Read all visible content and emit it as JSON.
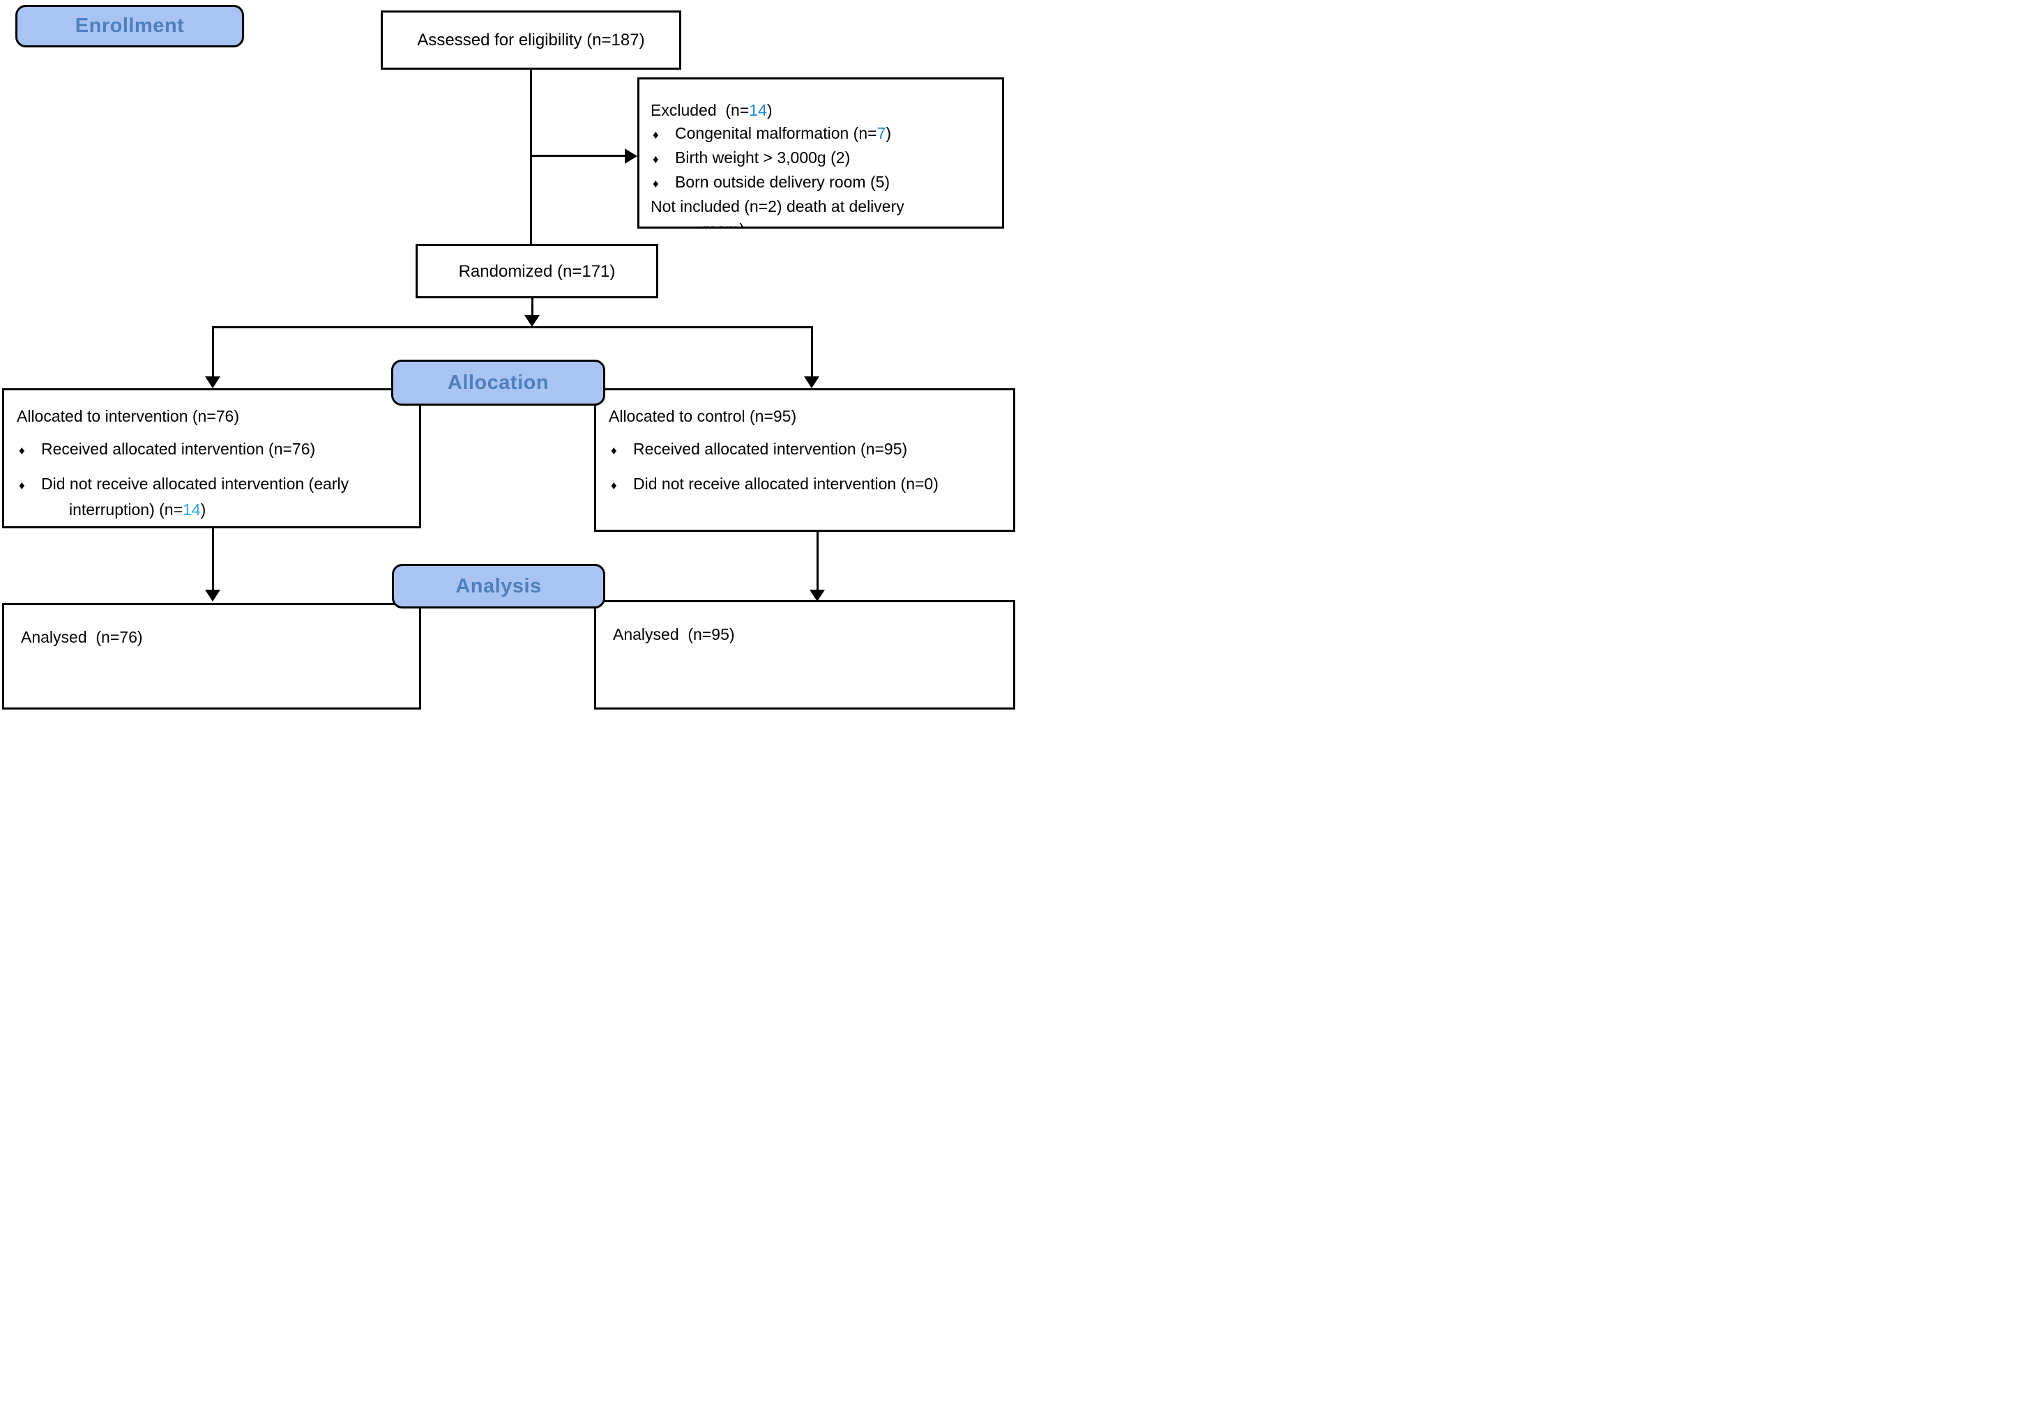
{
  "diagram": {
    "stage_labels": {
      "enrollment": "Enrollment",
      "allocation": "Allocation",
      "analysis": "Analysis"
    },
    "colors": {
      "stage_fill": "#a9c4f2",
      "stage_text": "#4e7fbe",
      "accent_blue": "#1e88d5",
      "accent_cyan": "#29abe2",
      "line": "#000000",
      "box_bg": "#ffffff"
    },
    "bullet_glyph": "♦",
    "nodes": {
      "assessed": {
        "lines": [
          {
            "parts": [
              {
                "t": "Assessed for eligibility (n=187)"
              }
            ]
          }
        ]
      },
      "excluded": {
        "lines": [
          {
            "parts": [
              {
                "t": "Excluded  (n="
              },
              {
                "t": "14",
                "c": "accent_blue"
              },
              {
                "t": ")"
              }
            ]
          },
          {
            "bullet": true,
            "parts": [
              {
                "t": "Congenital malformation (n="
              },
              {
                "t": "7",
                "c": "accent_blue"
              },
              {
                "t": ")"
              }
            ]
          },
          {
            "bullet": true,
            "parts": [
              {
                "t": "Birth weight > 3,000g (2)"
              }
            ]
          },
          {
            "bullet": true,
            "parts": [
              {
                "t": "Born outside delivery room (5)"
              }
            ]
          },
          {
            "parts": [
              {
                "t": "Not included (n=2) death at delivery"
              }
            ]
          },
          {
            "indent": true,
            "parts": [
              {
                "t": "room)"
              }
            ]
          }
        ]
      },
      "randomized": {
        "lines": [
          {
            "parts": [
              {
                "t": "Randomized (n=171)"
              }
            ]
          }
        ]
      },
      "allocated_intervention": {
        "lines": [
          {
            "parts": [
              {
                "t": "Allocated to intervention (n=76)"
              }
            ]
          },
          {
            "bullet": true,
            "gap": true,
            "parts": [
              {
                "t": "Received allocated intervention (n=76)"
              }
            ]
          },
          {
            "bullet": true,
            "gap": true,
            "parts": [
              {
                "t": "Did not receive allocated intervention (early"
              }
            ]
          },
          {
            "indent": true,
            "parts": [
              {
                "t": "interruption) (n="
              },
              {
                "t": "14",
                "c": "accent_cyan"
              },
              {
                "t": ")"
              }
            ]
          }
        ]
      },
      "allocated_control": {
        "lines": [
          {
            "parts": [
              {
                "t": "Allocated to control (n=95)"
              }
            ]
          },
          {
            "bullet": true,
            "gap": true,
            "parts": [
              {
                "t": "Received allocated intervention (n=95)"
              }
            ]
          },
          {
            "bullet": true,
            "gap": true,
            "parts": [
              {
                "t": "Did not receive allocated intervention (n=0)"
              }
            ]
          }
        ]
      },
      "analysed_intervention": {
        "lines": [
          {
            "parts": [
              {
                "t": "Analysed  (n=76)"
              }
            ]
          }
        ]
      },
      "analysed_control": {
        "lines": [
          {
            "parts": [
              {
                "t": "Analysed  (n=95)"
              }
            ]
          }
        ]
      }
    }
  }
}
